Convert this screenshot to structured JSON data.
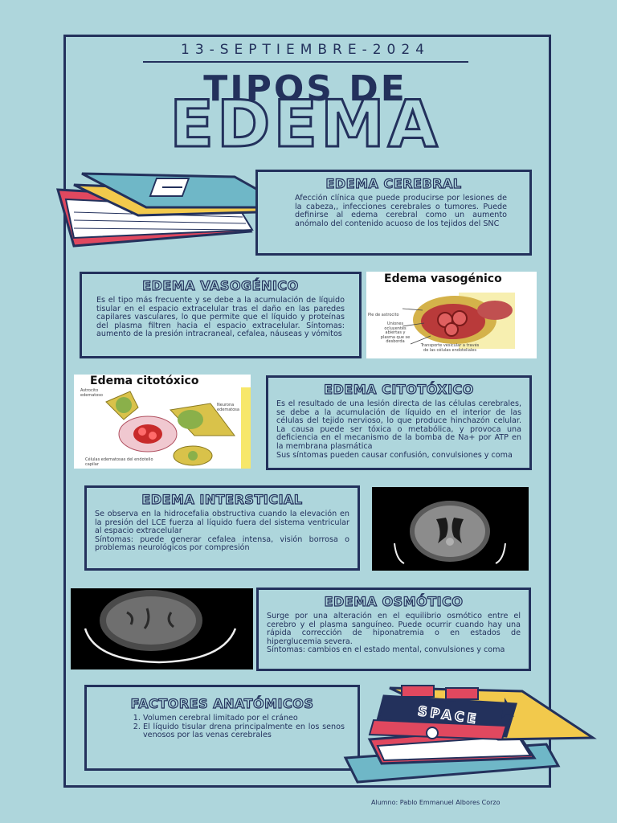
{
  "date": "13-SEPTIEMBRE-2024",
  "title_line1": "TIPOS DE",
  "title_line2": "EDEMA",
  "sections": {
    "cerebral": {
      "title": "EDEMA CEREBRAL",
      "text": "Afección clínica que puede producirse por lesiones de la cabeza,, infecciones cerebrales o tumores. Puede definirse al edema cerebral como un aumento anómalo del contenido acuoso de los tejidos del SNC"
    },
    "vasogenico": {
      "title": "EDEMA VASOGÉNICO",
      "text": "Es el tipo más frecuente y se debe a la acumulación de líquido tisular en el espacio extracelular tras el daño en las paredes capilares vasculares, lo que permite que el líquido y proteínas del plasma filtren hacia el espacio extracelular. Síntomas: aumento de la presión intracraneal, cefalea, náuseas y vómitos"
    },
    "citotoxico": {
      "title": "EDEMA CITOTÓXICO",
      "text": "Es el resultado de una lesión directa de las células cerebrales, se debe a la acumulación de líquido en el interior de las células del tejido nervioso, lo que produce hinchazón celular. La causa puede ser tóxica o metabólica, y provoca una deficiencia en el mecanismo de la bomba de Na+ por ATP en la membrana plasmática",
      "text2": "Sus síntomas pueden causar confusión, convulsiones y coma"
    },
    "intersticial": {
      "title": "EDEMA INTERSTICIAL",
      "text": "Se observa en la hidrocefalia obstructiva cuando la elevación en la presión del LCE fuerza al líquido fuera del sistema ventricular al espacio extracelular",
      "text2": "Síntomas: puede generar cefalea intensa, visión borrosa o problemas neurológicos por compresión"
    },
    "osmotico": {
      "title": "EDEMA OSMÓTICO",
      "text": "Surge por una alteración en el equilibrio osmótico entre el cerebro y el plasma sanguíneo. Puede ocurrir cuando hay una rápida corrección de hiponatremia o en estados de hiperglucemia severa.",
      "text2": "Síntomas: cambios en el estado mental, convulsiones y coma"
    },
    "factores": {
      "title": "FACTORES ANATÓMICOS",
      "items": [
        "Volumen cerebral limitado por el cráneo",
        "El líquido tisular drena principalmente en los senos venosos por las venas cerebrales"
      ]
    }
  },
  "images": {
    "vasogenico": {
      "title": "Edema vasogénico",
      "labels": [
        "Pie de astrocito",
        "Uniones ocluyentes abiertas y plasma que se desborda",
        "Transporte vesicular a través de las células endoteliales"
      ]
    },
    "citotoxico": {
      "title": "Edema citotóxico",
      "labels": [
        "Astrocito edematoso",
        "Neurona edematosa",
        "Células edematosas del endotelio capilar"
      ]
    }
  },
  "book_label": "SPACE",
  "footer": "Alumno: Pablo Emmanuel Albores Corzo",
  "colors": {
    "background": "#aed6dc",
    "ink": "#23315c",
    "book_red": "#e0485f",
    "book_yellow": "#f2c94c",
    "book_blue": "#6fb7c7"
  }
}
